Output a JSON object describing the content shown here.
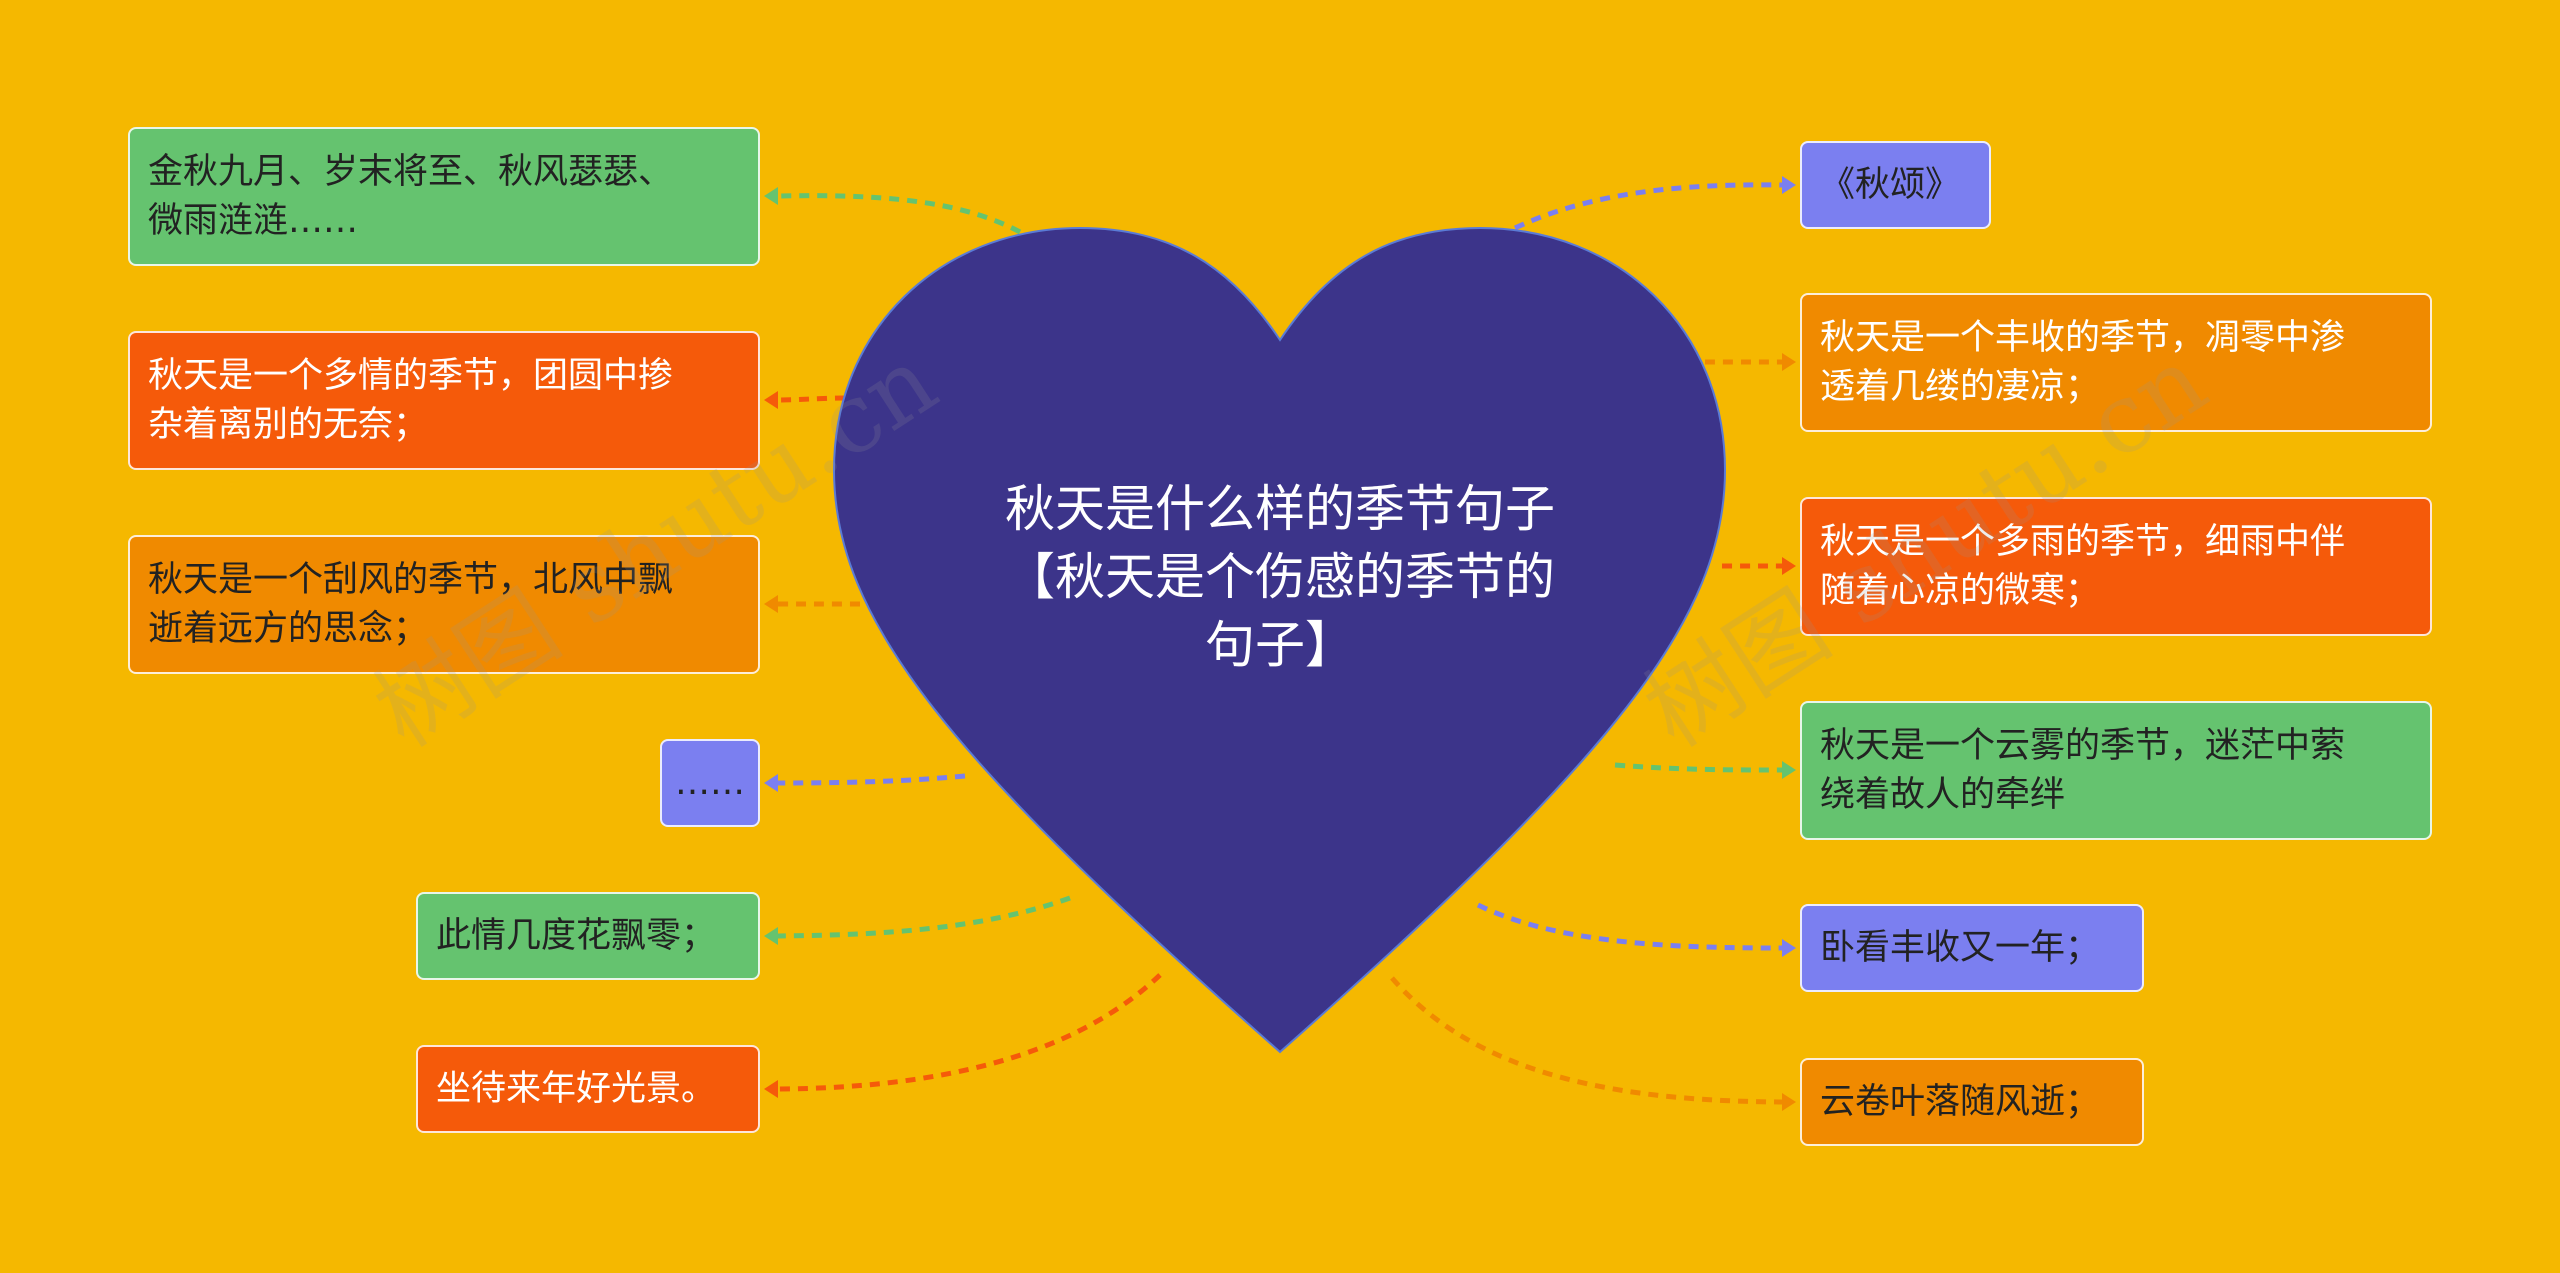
{
  "center": {
    "title_lines": [
      "秋天是什么样的季节句子",
      "【秋天是个伤感的季节的",
      "句子】"
    ]
  },
  "left_nodes": [
    {
      "lines": [
        "金秋九月、岁末将至、秋风瑟瑟、",
        "微雨涟涟……"
      ],
      "color": "#65c36f"
    },
    {
      "lines": [
        "秋天是一个多情的季节，团圆中掺",
        "杂着离别的无奈；"
      ],
      "color": "#f55a0a"
    },
    {
      "lines": [
        "秋天是一个刮风的季节，北风中飘",
        "逝着远方的思念；"
      ],
      "color": "#f08a00"
    },
    {
      "lines": [
        "……"
      ],
      "color": "#7b7ff0"
    },
    {
      "lines": [
        "此情几度花飘零；"
      ],
      "color": "#65c36f"
    },
    {
      "lines": [
        "坐待来年好光景。"
      ],
      "color": "#f55a0a"
    }
  ],
  "right_nodes": [
    {
      "lines": [
        "《秋颂》"
      ],
      "color": "#7b7ff0"
    },
    {
      "lines": [
        "秋天是一个丰收的季节，凋零中渗",
        "透着几缕的凄凉；"
      ],
      "color": "#f08a00"
    },
    {
      "lines": [
        "秋天是一个多雨的季节，细雨中伴",
        "随着心凉的微寒；"
      ],
      "color": "#f55a0a"
    },
    {
      "lines": [
        "秋天是一个云雾的季节，迷茫中萦",
        "绕着故人的牵绊"
      ],
      "color": "#65c36f"
    },
    {
      "lines": [
        "卧看丰收又一年；"
      ],
      "color": "#7b7ff0"
    },
    {
      "lines": [
        "云卷叶落随风逝；"
      ],
      "color": "#f08a00"
    }
  ],
  "watermark": "树图 shutu.cn",
  "colors": {
    "background": "#f5b800",
    "heart": "#3c348a",
    "heart_border": "#5a7bd6"
  }
}
